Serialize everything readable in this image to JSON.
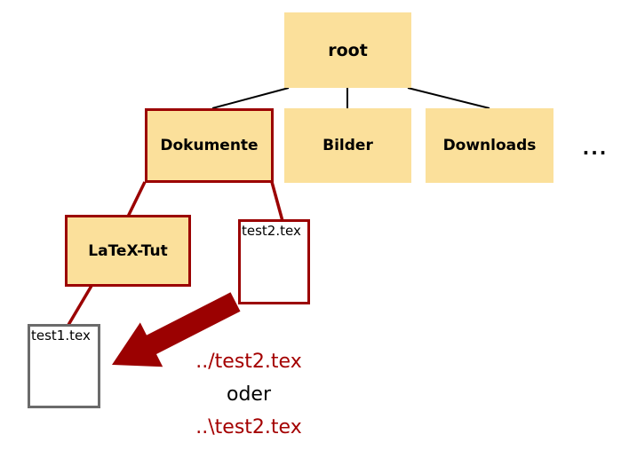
{
  "colors": {
    "folder_fill": "#FBE09B",
    "accent_red": "#9B0101",
    "path_red": "#A40000",
    "file_gray": "#6B6B6B",
    "edge_black": "#000000"
  },
  "nodes": {
    "root": "root",
    "dokumente": "Dokumente",
    "bilder": "Bilder",
    "downloads": "Downloads",
    "ellipsis": "...",
    "latex_tut": "LaTeX-Tut",
    "test2": "test2.tex",
    "test1": "test1.tex"
  },
  "caption": {
    "line1": "../test2.tex",
    "line2": "oder",
    "line3": "..\\test2.tex"
  }
}
